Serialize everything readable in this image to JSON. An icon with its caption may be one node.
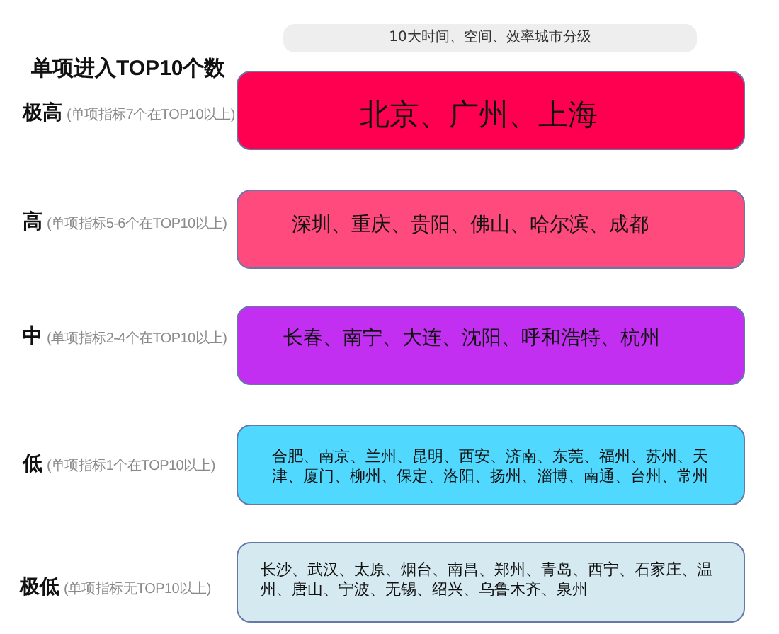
{
  "diagram": {
    "nodes": [
      {
        "text": [
          "10大时间、空间、效率城市分级"
        ]
      },
      {
        "text": [
          "北京、广州、上海"
        ],
        "beside": [
          "极高",
          "(单项指标7个在TOP10以上)"
        ]
      },
      {
        "text": [
          "深圳、重庆、贵阳、佛山、哈尔滨、成都"
        ],
        "beside": [
          "高",
          "(单项指标5-6个在TOP10以上)"
        ]
      },
      {
        "text": [
          "长春、南宁、大连、沈阳、呼和浩特、杭州"
        ],
        "beside": [
          "中",
          "(单项指标2-4个在TOP10以上)"
        ]
      },
      {
        "text": [
          "合肥、南京、兰州、昆明、西安、济南、东莞、福州、苏州、天津、厦门、柳州、保定、洛阳、扬州、淄博、南通、台州、常州"
        ],
        "beside": [
          "低",
          "(单项指标1个在TOP10以上)"
        ]
      },
      {
        "text": [
          "长沙、武汉、太原、烟台、南昌、郑州、青岛、西宁、石家庄、温州、唐山、宁波、无锡、绍兴、乌鲁木齐、泉州"
        ],
        "beside": [
          "极低",
          "(单项指标无TOP10以上)"
        ]
      }
    ],
    "labels": [
      "单项进入TOP10个数"
    ]
  }
}
